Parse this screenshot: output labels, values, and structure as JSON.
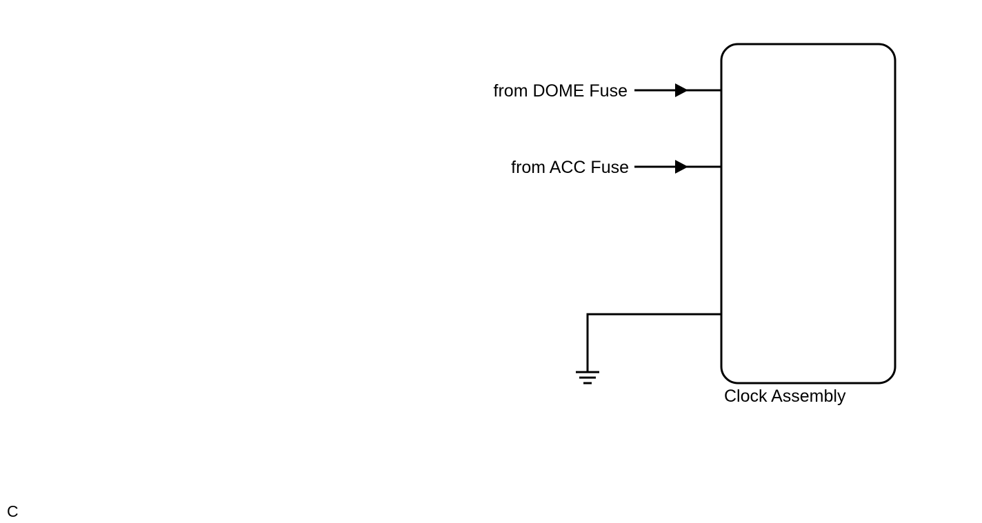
{
  "diagram": {
    "inputs": [
      {
        "label": "from DOME Fuse"
      },
      {
        "label": "from ACC Fuse"
      }
    ],
    "component_label": "Clock Assembly",
    "ground_icon": "ground-symbol",
    "corner_label": "C",
    "colors": {
      "line": "#000000",
      "background": "#ffffff"
    }
  }
}
